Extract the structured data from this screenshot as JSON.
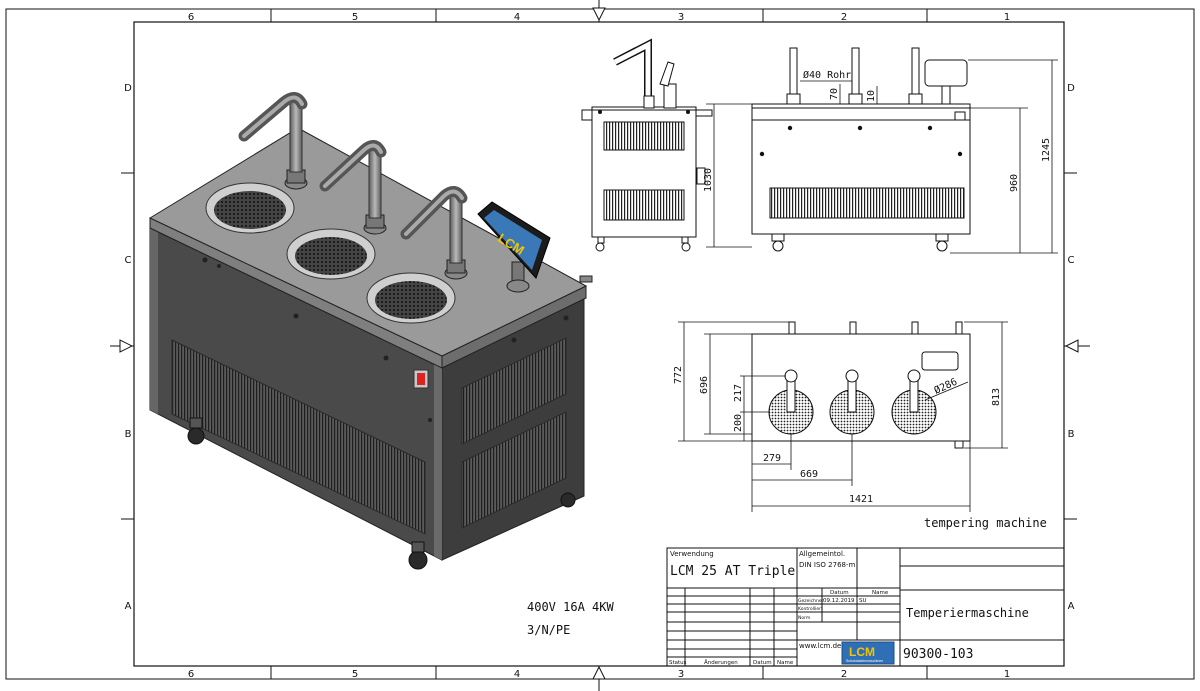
{
  "frame": {
    "columns": [
      "6",
      "5",
      "4",
      "3",
      "2",
      "1"
    ],
    "rows": [
      "D",
      "C",
      "B",
      "A"
    ]
  },
  "dimensions": {
    "pipe": "Ø40 Rohr",
    "d70": "70",
    "d10": "10",
    "h1030": "1030",
    "h960": "960",
    "h1245": "1245",
    "d772": "772",
    "d696": "696",
    "d217": "217",
    "d200": "200",
    "d286": "Ø286",
    "d813": "813",
    "d279": "279",
    "d669": "669",
    "d1421": "1421"
  },
  "caption": "tempering machine",
  "specs": {
    "line1": "400V  16A  4KW",
    "line2": "3/N/PE"
  },
  "title_block": {
    "verwendung_label": "Verwendung",
    "verwendung_value": "LCM 25 AT Triple",
    "tolerance_label": "Allgemeintol.",
    "tolerance_value": "DIN ISO 2768-m",
    "col_datum": "Datum",
    "col_name": "Name",
    "row_gezeichnet": "Gezeichnet",
    "row_gezeichnet_date": "09.12.2019",
    "row_gezeichnet_name": "SU",
    "row_kontrolliert": "Kontrolliert",
    "row_norm": "Norm",
    "title": "Temperiermaschine",
    "website": "www.lcm.de",
    "logo": "LCM",
    "logo_sub": "Schokoladenmaschinen",
    "drawing_no": "90300-103",
    "footer_status": "Status",
    "footer_aenderungen": "Änderungen",
    "footer_datum": "Datum",
    "footer_name": "Name"
  },
  "screen_logo": "LCM"
}
